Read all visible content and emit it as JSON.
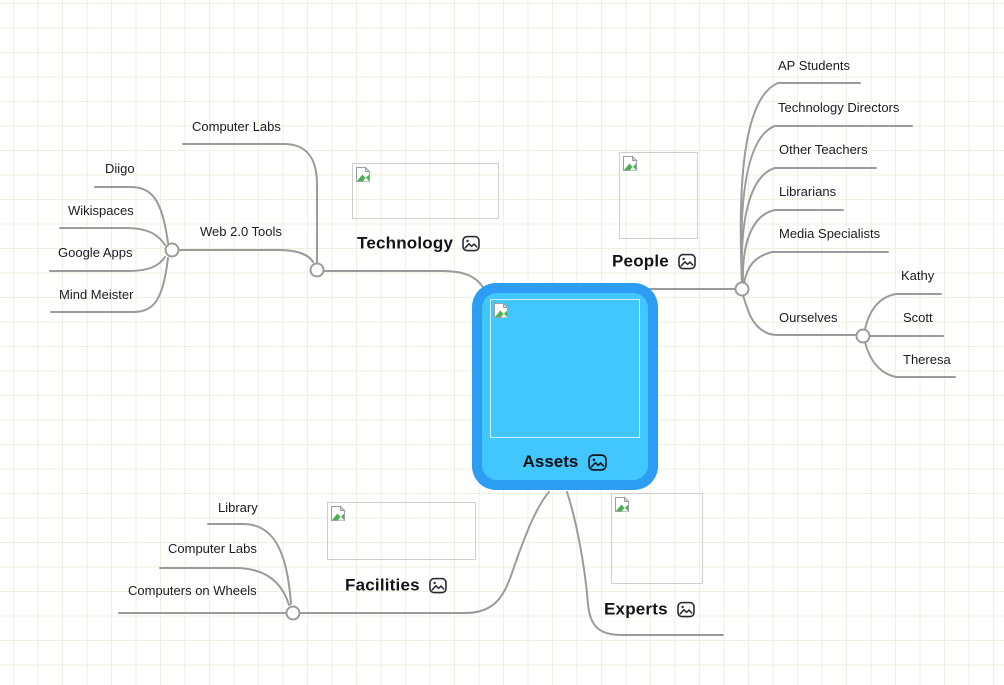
{
  "map_title": "Assets mind map",
  "labels": {
    "assets": "Assets",
    "technology": "Technology",
    "people": "People",
    "facilities": "Facilities",
    "experts": "Experts",
    "web20": "Web 2.0 Tools",
    "computer_labs_top": "Computer Labs",
    "diigo": "Diigo",
    "wikispaces": "Wikispaces",
    "google_apps": "Google Apps",
    "mind_meister": "Mind Meister",
    "ap_students": "AP Students",
    "tech_directors": "Technology Directors",
    "other_teachers": "Other Teachers",
    "librarians": "Librarians",
    "media_specialists": "Media Specialists",
    "ourselves": "Ourselves",
    "kathy": "Kathy",
    "scott": "Scott",
    "theresa": "Theresa",
    "library": "Library",
    "computer_labs_bottom": "Computer Labs",
    "computers_on_wheels": "Computers on Wheels"
  },
  "icons": {
    "node_image_badge": "image-icon",
    "broken_image": "broken-image-icon"
  },
  "colors": {
    "root_selection_border": "#2d9cf3",
    "root_fill": "#41c7fd",
    "connector_line": "#9b9b9b",
    "text": "#1c1c20",
    "grid_line": "#edf1e1"
  }
}
